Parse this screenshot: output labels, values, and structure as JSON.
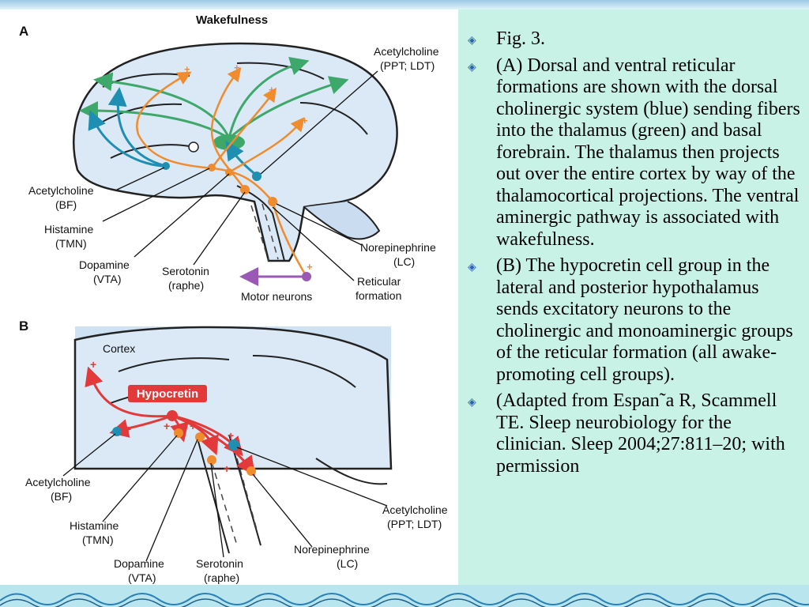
{
  "colors": {
    "background": "#c9f2e6",
    "bullet": "#2a63b5",
    "blue_pathway": "#1e8fb3",
    "green_pathway": "#3ea86a",
    "orange_pathway": "#f08b2e",
    "red_pathway": "#e23a3a"
  },
  "figure": {
    "panel_a": {
      "letter": "A",
      "title": "Wakefulness",
      "labels": {
        "ach_ppt_1": "Acetylcholine",
        "ach_ppt_2": "(PPT; LDT)",
        "ach_bf_1": "Acetylcholine",
        "ach_bf_2": "(BF)",
        "hist_1": "Histamine",
        "hist_2": "(TMN)",
        "dopa_1": "Dopamine",
        "dopa_2": "(VTA)",
        "sero_1": "Serotonin",
        "sero_2": "(raphe)",
        "nore_1": "Norepinephrine",
        "nore_2": "(LC)",
        "ret_1": "Reticular",
        "ret_2": "formation",
        "motor": "Motor neurons"
      }
    },
    "panel_b": {
      "letter": "B",
      "labels": {
        "cortex": "Cortex",
        "hypocretin": "Hypocretin",
        "ach_bf_1": "Acetylcholine",
        "ach_bf_2": "(BF)",
        "hist_1": "Histamine",
        "hist_2": "(TMN)",
        "dopa_1": "Dopamine",
        "dopa_2": "(VTA)",
        "sero_1": "Serotonin",
        "sero_2": "(raphe)",
        "nore_1": "Norepinephrine",
        "nore_2": "(LC)",
        "ach_ppt_1": "Acetylcholine",
        "ach_ppt_2": "(PPT; LDT)"
      }
    }
  },
  "bullets": [
    "Fig. 3.",
    " (A) Dorsal and ventral reticular formations are shown with the dorsal cholinergic system (blue) sending fibers into the thalamus (green) and basal forebrain. The thalamus then projects out over the entire cortex by way of the thalamocortical projections. The ventral aminergic pathway is associated with wakefulness.",
    "(B) The hypocretin cell group in the lateral and posterior hypothalamus sends excitatory neurons to the cholinergic and monoaminergic groups of the reticular formation (all awake-promoting cell groups).",
    "(Adapted from Espan˜a R, Scammell TE. Sleep neurobiology for the clinician. Sleep 2004;27:811–20; with permission"
  ]
}
